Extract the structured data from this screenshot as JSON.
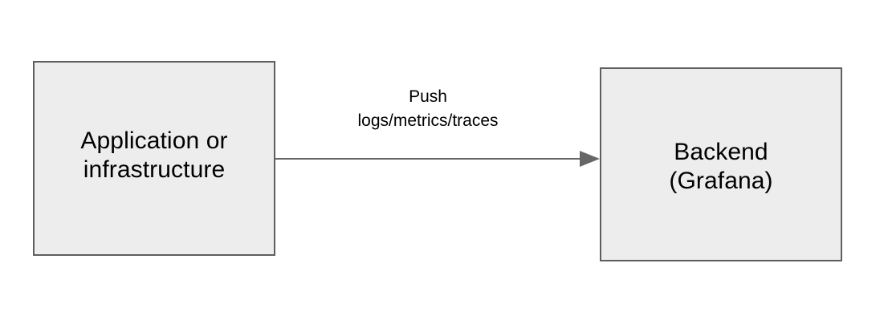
{
  "diagram": {
    "type": "flow-diagram",
    "background_color": "#ffffff",
    "nodes": [
      {
        "id": "source",
        "label": "Application or\ninfrastructure",
        "fill_color": "#ededed",
        "border_color": "#5e5e5e",
        "text_color": "#000000"
      },
      {
        "id": "backend",
        "label": "Backend\n(Grafana)",
        "fill_color": "#ededed",
        "border_color": "#5e5e5e",
        "text_color": "#000000"
      }
    ],
    "edges": [
      {
        "id": "push",
        "from": "source",
        "to": "backend",
        "label": "Push\nlogs/metrics/traces",
        "line_color": "#666666",
        "arrowhead": "filled-triangle",
        "direction": "left-to-right"
      }
    ]
  }
}
